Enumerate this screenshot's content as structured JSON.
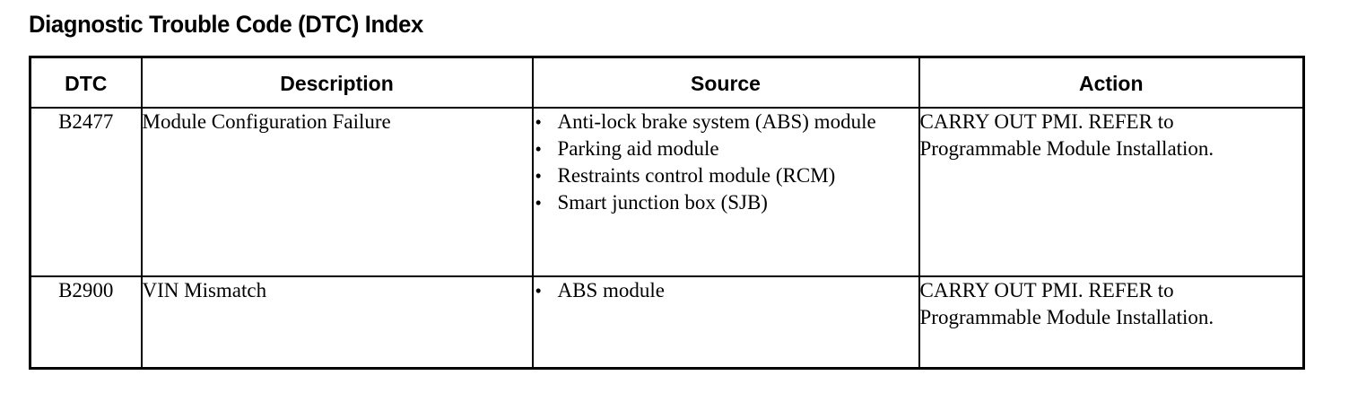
{
  "document": {
    "title": "Diagnostic Trouble Code (DTC) Index"
  },
  "table": {
    "headers": {
      "dtc": "DTC",
      "description": "Description",
      "source": "Source",
      "action": "Action"
    },
    "bullet_glyph": "•",
    "rows": [
      {
        "dtc": "B2477",
        "description": "Module Configuration Failure",
        "source": [
          "Anti-lock brake system (ABS) module",
          "Parking aid module",
          "Restraints control module (RCM)",
          "Smart junction box (SJB)"
        ],
        "action_lines": [
          "CARRY OUT PMI. REFER to",
          "Programmable Module Installation."
        ]
      },
      {
        "dtc": "B2900",
        "description": "VIN Mismatch",
        "source": [
          "ABS module"
        ],
        "action_lines": [
          "CARRY OUT PMI. REFER to",
          "Programmable Module Installation."
        ]
      }
    ]
  },
  "colors": {
    "text": "#000000",
    "background": "#ffffff",
    "border": "#000000"
  }
}
